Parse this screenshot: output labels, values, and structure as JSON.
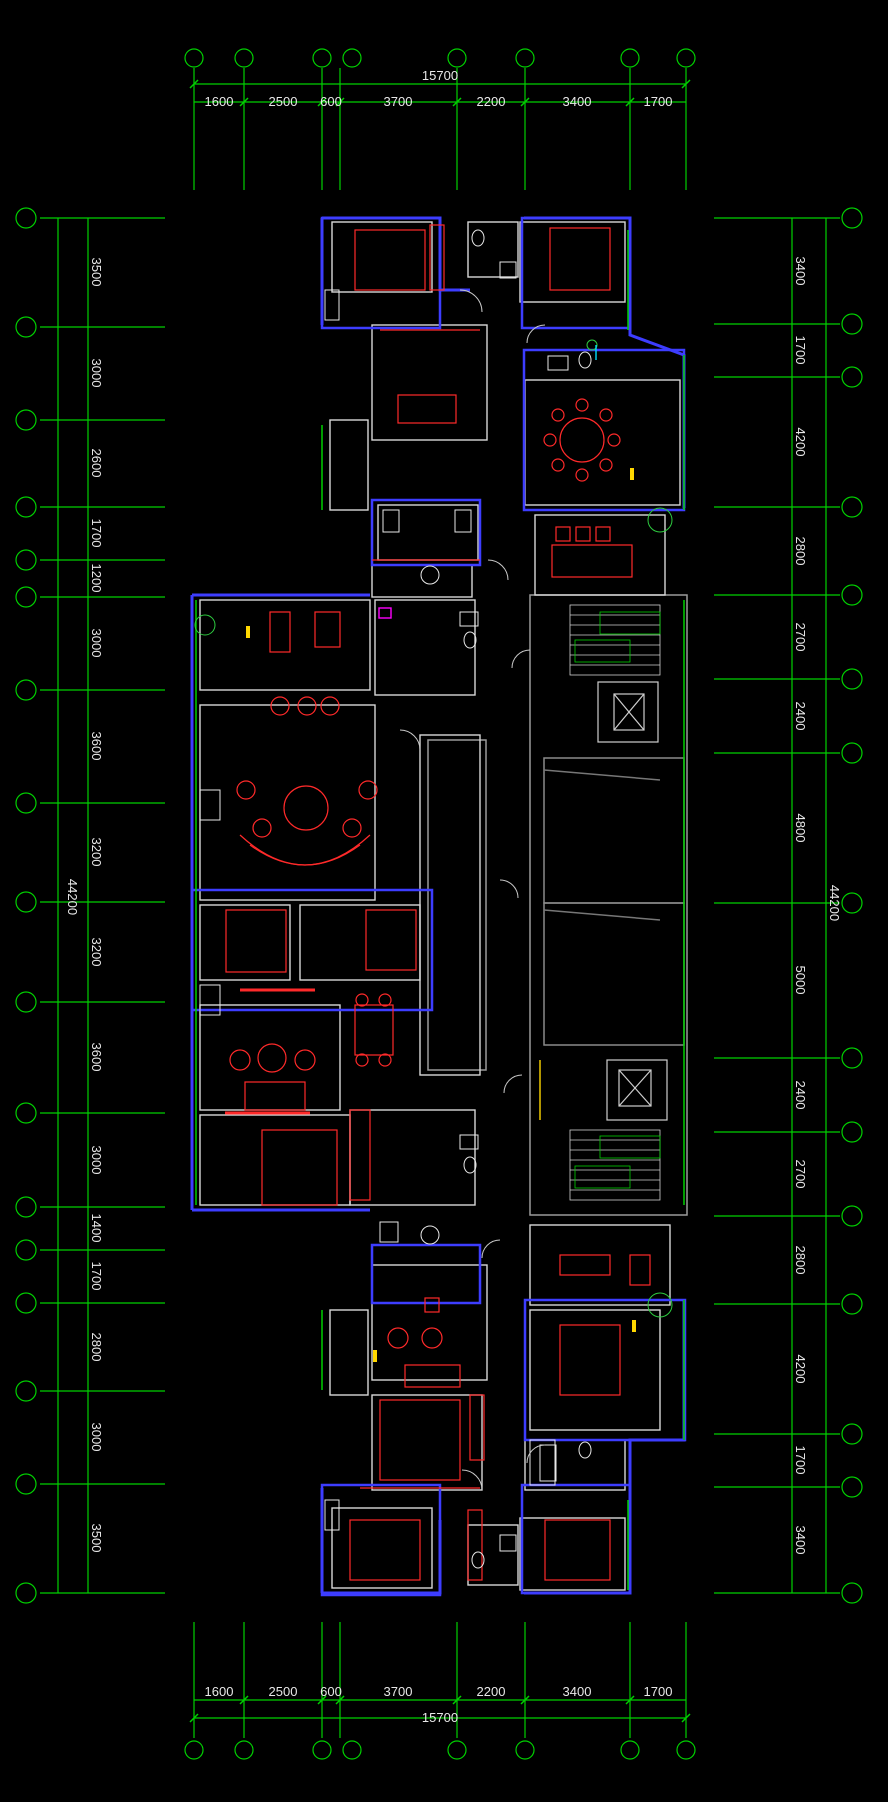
{
  "drawing": {
    "top_dims": {
      "total": "15700",
      "segments": [
        "1600",
        "2500",
        "600",
        "3700",
        "2200",
        "3400",
        "1700"
      ]
    },
    "bottom_dims": {
      "total": "15700",
      "segments": [
        "1600",
        "2500",
        "600",
        "3700",
        "2200",
        "3400",
        "1700"
      ]
    },
    "left_dims": {
      "total": "44200",
      "segments": [
        "3500",
        "3000",
        "2600",
        "1700",
        "1200",
        "3000",
        "3600",
        "3200",
        "3200",
        "3600",
        "3000",
        "1400",
        "1700",
        "2800",
        "3000",
        "3500"
      ]
    },
    "right_dims": {
      "total": "44200",
      "segments": [
        "3400",
        "1700",
        "4200",
        "2800",
        "2700",
        "2400",
        "4800",
        "5000",
        "2400",
        "2700",
        "2800",
        "4200",
        "1700",
        "3400"
      ]
    },
    "colors": {
      "background": "#000000",
      "dimension_line": "#00ff00",
      "wall": "#3d3dff",
      "furniture": "#ff2a2a",
      "fixture": "#e8e8e8",
      "core": "#9a9a9a",
      "plants": "#2ecc40",
      "accent": "#ffd700",
      "cyan": "#00e0ff"
    }
  }
}
